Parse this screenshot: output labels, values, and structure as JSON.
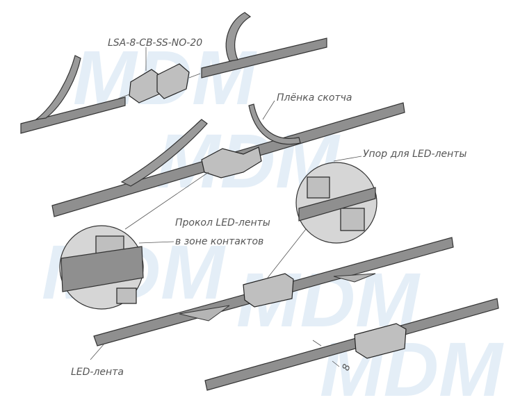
{
  "labels": {
    "product_code": "LSA-8-CB-SS-NO-20",
    "tape_film": "Плёнка скотча",
    "stop": "Упор для LED-ленты",
    "puncture_line1": "Прокол LED-ленты",
    "puncture_line2": "в зоне контактов",
    "led_strip": "LED-лента",
    "width_dim": "8"
  },
  "watermark": "MDM",
  "colors": {
    "strip": "#8f8f8f",
    "watermark": "#e4eef7",
    "outline": "#333333"
  }
}
